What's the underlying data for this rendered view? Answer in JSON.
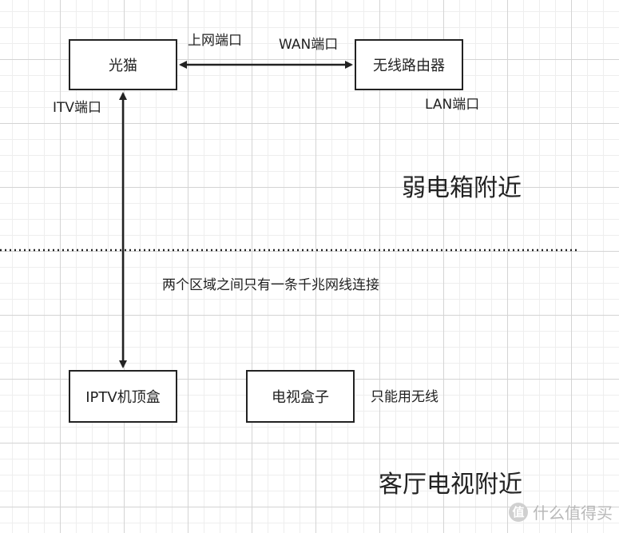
{
  "nodes": {
    "modem": "光猫",
    "router": "无线路由器",
    "iptv_box": "IPTV机顶盒",
    "tv_box": "电视盒子"
  },
  "ports": {
    "uplink_port": "上网端口",
    "wan_port": "WAN端口",
    "itv_port": "ITV端口",
    "lan_port": "LAN端口"
  },
  "zones": {
    "top": "弱电箱附近",
    "bottom": "客厅电视附近"
  },
  "notes": {
    "single_cable": "两个区域之间只有一条千兆网线连接",
    "wireless_only": "只能用无线"
  },
  "watermark": {
    "logo_glyph": "值",
    "text": "什么值得买"
  },
  "colors": {
    "line": "#222222",
    "grid_major": "#d4d4d4",
    "grid_minor": "#eeeeee",
    "watermark": "#b8b8b8"
  }
}
